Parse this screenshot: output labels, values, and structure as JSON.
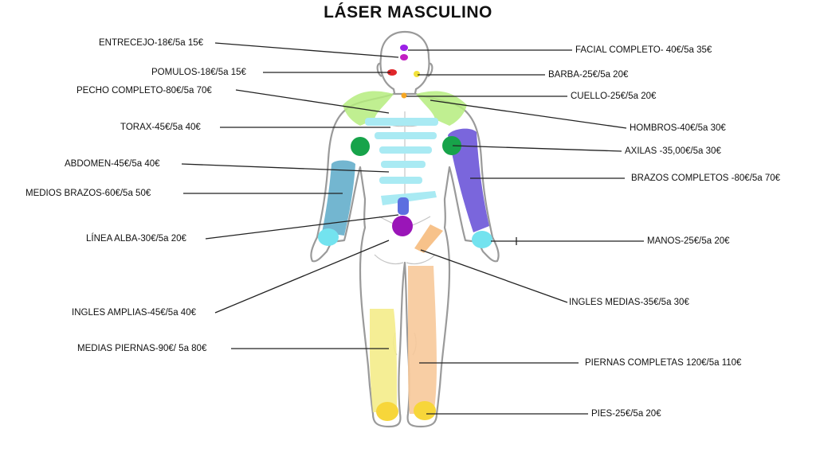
{
  "title": "LÁSER MASCULINO",
  "colors": {
    "facial": "#c21fc2",
    "entrecejo": "#9b1fe6",
    "pomulos": "#e0262a",
    "barba": "#f2e23a",
    "cuello": "#f5a623",
    "hombros": "#b5ec7e",
    "torax": "#a9eaf3",
    "axilas": "#17a34a",
    "medios_brazos": "#5aa9c8",
    "brazos_completos": "#6b55d8",
    "manos": "#73e3ef",
    "linea_alba": "#5c6ee0",
    "ingles_amplias": "#9a15b8",
    "ingles_medias": "#f7c28a",
    "medias_piernas": "#f4ec8a",
    "piernas_completas": "#f7c99a",
    "pies": "#f7d63a"
  },
  "labels": {
    "entrecejo": "ENTRECEJO-18€/5a 15€",
    "pomulos": "POMULOS-18€/5a 15€",
    "pecho": "PECHO COMPLETO-80€/5a 70€",
    "torax": "TORAX-45€/5a 40€",
    "abdomen": "ABDOMEN-45€/5a 40€",
    "medios_brazos": "MEDIOS  BRAZOS-60€/5a 50€",
    "linea_alba": "LÍNEA ALBA-30€/5a 20€",
    "ingles_amplias": "INGLES AMPLIAS-45€/5a 40€",
    "medias_piernas": "MEDIAS PIERNAS-90€/ 5a 80€",
    "facial": "FACIAL COMPLETO- 40€/5a 35€",
    "barba": "BARBA-25€/5a 20€",
    "cuello": "CUELLO-25€/5a 20€",
    "hombros": "HOMBROS-40€/5a 30€",
    "axilas": "AXILAS -35,00€/5a 30€",
    "brazos_completos": "BRAZOS COMPLETOS -80€/5a 70€",
    "manos": "MANOS-25€/5a 20€",
    "ingles_medias": "INGLES MEDIAS-35€/5a 30€",
    "piernas_completas": "PIERNAS COMPLETAS 120€/5a 110€",
    "pies": "PIES-25€/5a 20€"
  }
}
